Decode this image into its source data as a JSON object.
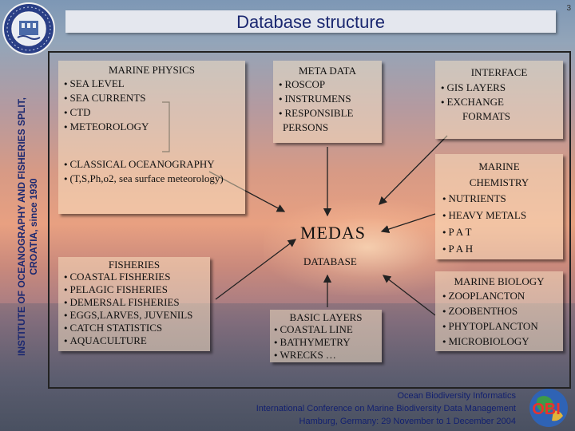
{
  "header": {
    "title": "Database structure",
    "slide_number": "3"
  },
  "institute": {
    "line1": "INSTITUTE OF OCEANOGRAPHY AND FISHERIES SPLIT,",
    "line2": "CROATIA, since 1930"
  },
  "center": {
    "title": "MEDAS",
    "subtitle": "DATABASE"
  },
  "boxes": {
    "marine_physics": {
      "title": "MARINE PHYSICS",
      "items": [
        "SEA LEVEL",
        "SEA CURRENTS",
        "CTD",
        "METEOROLOGY"
      ],
      "items2": [
        "CLASSICAL OCEANOGRAPHY",
        "(T,S,Ph,o2, sea surface meteorology)"
      ]
    },
    "meta_data": {
      "title": "META DATA",
      "items": [
        "ROSCOP",
        "INSTRUMENS",
        "RESPONSIBLE",
        "PERSONS"
      ]
    },
    "interface": {
      "title": "INTERFACE",
      "items": [
        "GIS LAYERS",
        "EXCHANGE",
        "FORMATS"
      ]
    },
    "marine_chemistry": {
      "title_line1": "MARINE",
      "title_line2": "CHEMISTRY",
      "items": [
        "NUTRIENTS",
        "HEAVY METALS",
        "P A T",
        "P A H"
      ]
    },
    "fisheries": {
      "title": "FISHERIES",
      "items": [
        "COASTAL FISHERIES",
        "PELAGIC FISHERIES",
        "DEMERSAL FISHERIES",
        "EGGS,LARVES, JUVENILS",
        "CATCH STATISTICS",
        "AQUACULTURE"
      ]
    },
    "basic_layers": {
      "title": "BASIC LAYERS",
      "items": [
        "COASTAL LINE",
        "BATHYMETRY",
        "WRECKS …"
      ]
    },
    "marine_biology": {
      "title": "MARINE BIOLOGY",
      "items": [
        "ZOOPLANCTON",
        "ZOOBENTHOS",
        "PHYTOPLANCTON",
        "MICROBIOLOGY"
      ]
    }
  },
  "footer": {
    "line1": "Ocean Biodiversity Informatics",
    "line2": "International Conference on Marine Biodiversity Data Management",
    "line3": "Hamburg, Germany: 29 November to 1 December 2004",
    "logo_text": "OBI"
  },
  "colors": {
    "title_text": "#1b2870",
    "box_fill": "#ffebc8",
    "arrow": "#222222"
  }
}
